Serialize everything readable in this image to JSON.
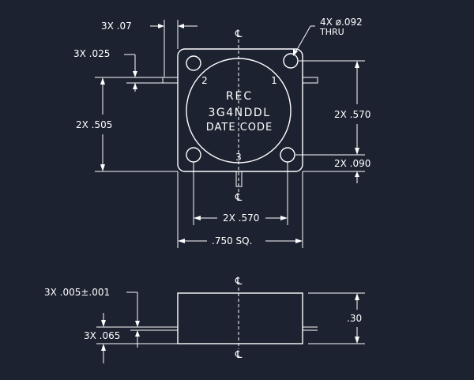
{
  "colors": {
    "background": "#1d2231",
    "linework": "#ffffff"
  },
  "symbols": {
    "centerline": "℄"
  },
  "top_view": {
    "hole_callout": "4X ø.092",
    "hole_thru": "THRU",
    "label_text_line1": "REC",
    "label_text_line2": "3G4NDDL",
    "label_text_line3": "DATE CODE",
    "port_1": "1",
    "port_2": "2",
    "port_3": "3",
    "dim_lead_width": "3X .07",
    "dim_lead_thickness": "3X .025",
    "dim_lead_offset": "2X .505",
    "dim_hole_spacing_vertical": "2X .570",
    "dim_hole_edge": "2X .090",
    "dim_hole_spacing_horizontal": "2X .570",
    "dim_body_square": ".750 SQ."
  },
  "side_view": {
    "dim_lead_thickness": "3X .005±.001",
    "dim_lead_height": "3X .065",
    "dim_body_height": ".30"
  }
}
